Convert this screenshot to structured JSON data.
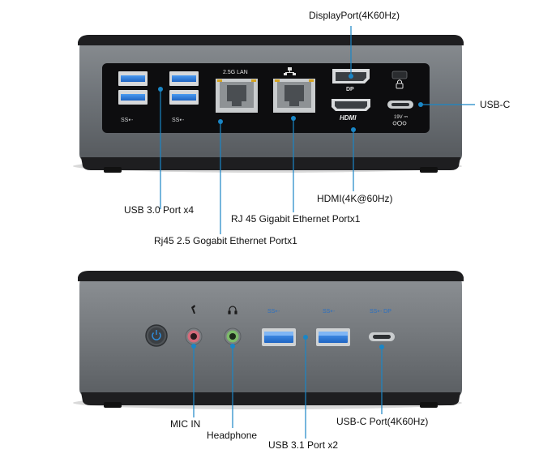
{
  "colors": {
    "accent": "#1a86c6",
    "port_blue": "#2f7fd6",
    "chassis_gray": "#6f7377",
    "top_black": "#1e1e20",
    "panel_black": "#0d0d0f"
  },
  "rear_panel": {
    "port_labels": {
      "lan_25g": "2.5G LAN",
      "dp": "DP",
      "hdmi_logo": "HDMI",
      "power_rating": "19V ⎓",
      "usb_mark": "SS⇠"
    },
    "icons": [
      "usb-port-icon",
      "ethernet-port-icon",
      "network-icon",
      "displayport-icon",
      "hdmi-port-icon",
      "lock-icon",
      "usb-c-port-icon",
      "dc-polarity-icon"
    ],
    "callouts": {
      "displayport": "DisplayPort(4K60Hz)",
      "usb_c": "USB-C",
      "usb30": "USB 3.0 Port x4",
      "hdmi": "HDMI(4K@60Hz)",
      "rj45_gigabit": "RJ 45 Gigabit Ethernet Portx1",
      "rj45_25g": "Rj45 2.5 Gogabit Ethernet Portx1"
    }
  },
  "front_panel": {
    "port_labels": {
      "usb_mark_1": "SS⇠",
      "usb_mark_2": "SS⇠",
      "usb_c_mark": "SS⇠ DP"
    },
    "icons": [
      "power-button-icon",
      "microphone-icon",
      "headphone-icon",
      "mic-jack-icon",
      "headphone-jack-icon",
      "usb-port-icon",
      "usb-c-port-icon"
    ],
    "callouts": {
      "mic": "MIC IN",
      "headphone": "Headphone",
      "usb31": "USB 3.1 Port x2",
      "usb_c": "USB-C Port(4K60Hz)"
    }
  }
}
